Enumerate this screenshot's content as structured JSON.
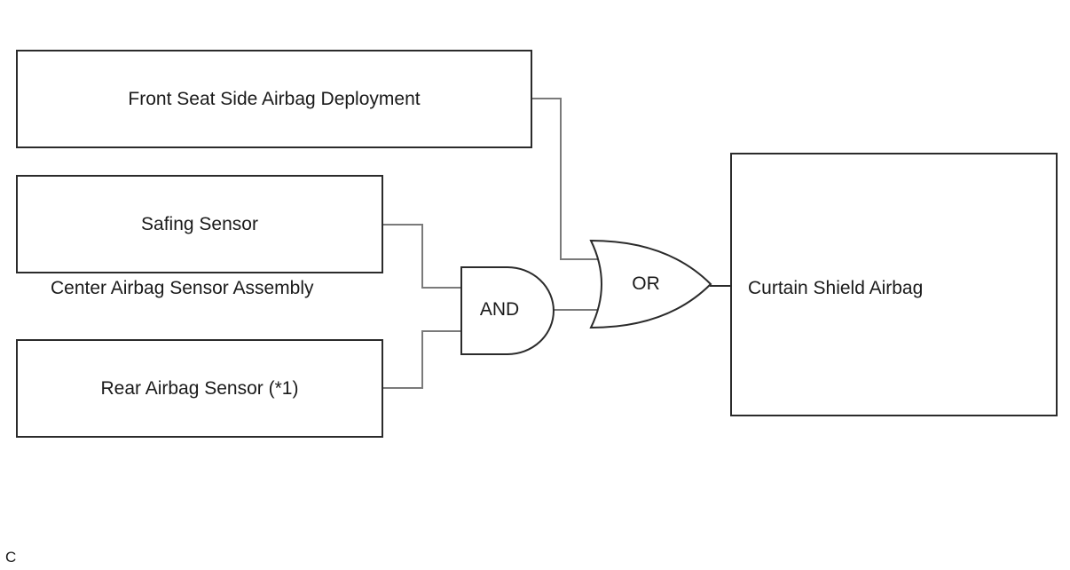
{
  "diagram": {
    "boxes": {
      "front_seat": "Front Seat Side Airbag Deployment",
      "safing": "Safing Sensor",
      "rear": "Rear Airbag Sensor (*1)",
      "curtain": "Curtain Shield Airbag"
    },
    "group_label": "Center Airbag Sensor Assembly",
    "gates": {
      "and_label": "AND",
      "or_label": "OR"
    },
    "corner_mark": "C",
    "colors": {
      "wire": "#7a7a7a",
      "border": "#2b2b2b"
    }
  }
}
